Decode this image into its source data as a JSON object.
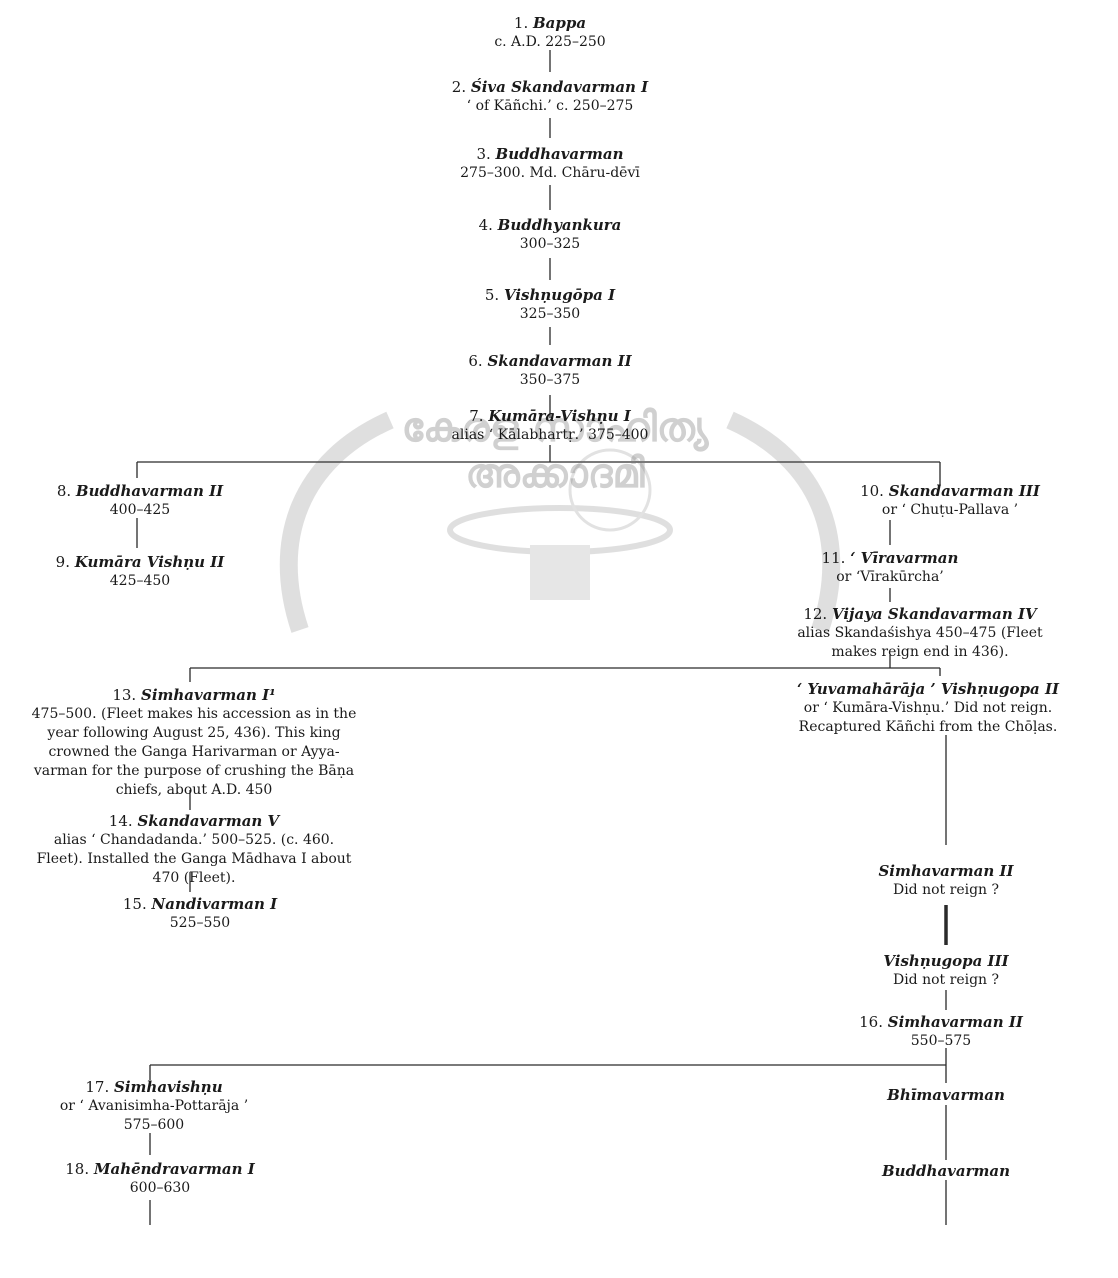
{
  "watermark": {
    "text": "കേരള സാഹിത്യ അക്കാദമി"
  },
  "nodes": {
    "n1": {
      "num": "1.",
      "name": "Bappa",
      "l1": "c. A.D. 225–250"
    },
    "n2": {
      "num": "2.",
      "name": "Śiva Skandavarman I",
      "l1": "‘ of Kāñchi.’  c. 250–275"
    },
    "n3": {
      "num": "3.",
      "name": "Buddhavarman",
      "l1": "275–300.  Md. Chāru-dēvī"
    },
    "n4": {
      "num": "4.",
      "name": "Buddhyankura",
      "l1": "300–325"
    },
    "n5": {
      "num": "5.",
      "name": "Vishṇugōpa I",
      "l1": "325–350"
    },
    "n6": {
      "num": "6.",
      "name": "Skandavarman II",
      "l1": "350–375"
    },
    "n7": {
      "num": "7.",
      "name": "Kumāra-Vishṇu I",
      "l1": "alias ‘ Kālabhartṛ.’  375–400"
    },
    "n8": {
      "num": "8.",
      "name": "Buddhavarman II",
      "l1": "400–425"
    },
    "n9": {
      "num": "9.",
      "name": "Kumāra Vishṇu II",
      "l1": "425–450"
    },
    "n10": {
      "num": "10.",
      "name": "Skandavarman III",
      "l1": "or ‘ Chuṭu-Pallava ’"
    },
    "n11": {
      "num": "11.",
      "name": "‘ Vīravarman",
      "l1": "or ‘Vīrakūrcha’"
    },
    "n12": {
      "num": "12.",
      "name": "Vijaya Skandavarman IV",
      "l1": "alias Skandaśishya 450–475 (Fleet",
      "l2": "makes reign end in 436)."
    },
    "n13": {
      "num": "13.",
      "name": "Simhavarman I¹",
      "l1": "475–500. (Fleet makes his accession as in the",
      "l2": "year following August 25, 436). This king",
      "l3": "crowned the Ganga Harivarman or Ayya-",
      "l4": "varman for the purpose of crushing the Bāṇa",
      "l5": "chiefs, about A.D. 450"
    },
    "n14": {
      "num": "14.",
      "name": "Skandavarman V",
      "l1": "alias ‘ Chandadanda.’  500–525. (c. 460.",
      "l2": "Fleet). Installed the Ganga Mādhava I about",
      "l3": "470 (Fleet)."
    },
    "n15": {
      "num": "15.",
      "name": "Nandivarman I",
      "l1": "525–550"
    },
    "ny": {
      "num": "",
      "name": "‘ Yuvamahārāja ’ Vishṇugopa II",
      "l1": "or ‘ Kumāra-Vishṇu.’  Did not reign.",
      "l2": "Recaptured Kāñchi from the Chōḷas."
    },
    "ns2": {
      "num": "",
      "name": "Simhavarman II",
      "l1": "Did not reign ?"
    },
    "nv3": {
      "num": "",
      "name": "Vishṇugopa III",
      "l1": "Did not reign ?"
    },
    "n16": {
      "num": "16.",
      "name": "Simhavarman II",
      "l1": "550–575"
    },
    "n17": {
      "num": "17.",
      "name": "Simhavishṇu",
      "l1": "or ‘ Avanisimha-Pottarāja ’",
      "l2": "575–600"
    },
    "n18": {
      "num": "18.",
      "name": "Mahēndravarman I",
      "l1": "600–630"
    },
    "nb1": {
      "num": "",
      "name": "Bhīmavarman"
    },
    "nb2": {
      "num": "",
      "name": "Buddhavarman"
    }
  }
}
